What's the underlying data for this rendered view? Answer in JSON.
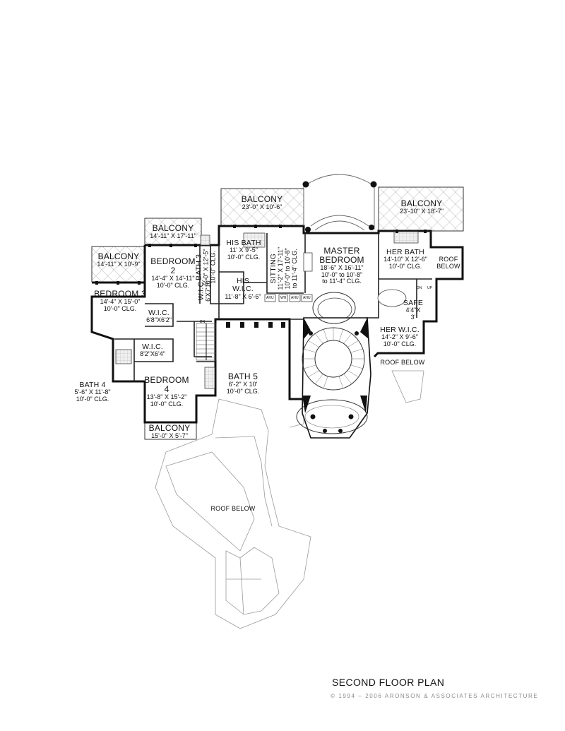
{
  "plan": {
    "title": "SECOND FLOOR PLAN",
    "copyright": "© 1994 – 2006 ARONSON & ASSOCIATES ARCHITECTURE"
  },
  "rooms": {
    "balcony_top_center": {
      "name": "BALCONY",
      "dims": "23'-0\" X 10'-6\""
    },
    "balcony_top_right": {
      "name": "BALCONY",
      "dims": "23'-10\" X 18'-7\""
    },
    "balcony_bed2": {
      "name": "BALCONY",
      "dims": "14'-11\" X 17'-11\""
    },
    "balcony_bed3": {
      "name": "BALCONY",
      "dims": "14'-11\" X 10'-9\""
    },
    "balcony_bed4": {
      "name": "BALCONY",
      "dims": "15'-0\" X 5'-7\""
    },
    "bedroom2": {
      "name": "BEDROOM",
      "num": "2",
      "dims": "14'-4\" X 14'-11\"",
      "clg": "10'-0\" CLG."
    },
    "bedroom3": {
      "name": "BEDROOM 3",
      "dims": "14'-4\" X 15'-0\"",
      "clg": "10'-0\" CLG."
    },
    "bedroom4": {
      "name": "BEDROOM",
      "num": "4",
      "dims": "13'-8\" X 15'-2\"",
      "clg": "10'-0\" CLG."
    },
    "bath3": {
      "name": "BATH 3",
      "dims": "6'-0\" X 12'-5\"",
      "clg": "10'-0\" CLG."
    },
    "his_bath": {
      "name": "HIS BATH",
      "dims": "11' X 9'-5\"",
      "clg": "10'-0\" CLG."
    },
    "his_wic": {
      "name": "HIS",
      "name2": "W.I.C.",
      "dims": "11'-8\" X 6'-6\""
    },
    "wic_vertical": {
      "name": "W.I.C.",
      "dims": "6'X7'10\""
    },
    "sitting": {
      "name": "SITTING",
      "dims": "11'-2\" X 17'-11\"",
      "clg": "10'-0\" to 10'-8\"",
      "clg2": "to 11'-4\" CLG."
    },
    "master": {
      "name": "MASTER",
      "name2": "BEDROOM",
      "dims": "18'-6\" X 16'-11\"",
      "clg": "10'-0\" to 10'-8\"",
      "clg2": "to 11'-4\" CLG."
    },
    "her_bath": {
      "name": "HER BATH",
      "dims": "14'-10\" X 12'-6\"",
      "clg": "10'-0\" CLG."
    },
    "roof_below_right": {
      "name": "ROOF",
      "name2": "BELOW"
    },
    "safe": {
      "name": "SAFE",
      "dims": "4'4\"X",
      "dims2": "3'"
    },
    "her_wic": {
      "name": "HER W.I.C.",
      "dims": "14'-2\" X 9'-6\"",
      "clg": "10'-0\" CLG."
    },
    "roof_below_mid": {
      "name": "ROOF BELOW"
    },
    "roof_below_main": {
      "name": "ROOF BELOW"
    },
    "wic_bed3": {
      "name": "W.I.C.",
      "dims": "6'8\"X6'2\""
    },
    "wic_bed4": {
      "name": "W.I.C.",
      "dims": "8'2\"X6'4\""
    },
    "bath4": {
      "name": "BATH 4",
      "dims": "5'-6\" X 11'-8\"",
      "clg": "10'-0\" CLG."
    },
    "bath5": {
      "name": "BATH 5",
      "dims": "6'-2\" X 10'",
      "clg": "10'-0\" CLG."
    }
  },
  "annotations": {
    "dn_stair": "DN",
    "dn_safe": "DN",
    "up_safe": "UP",
    "ahu": "AHU",
    "wh": "WH"
  }
}
